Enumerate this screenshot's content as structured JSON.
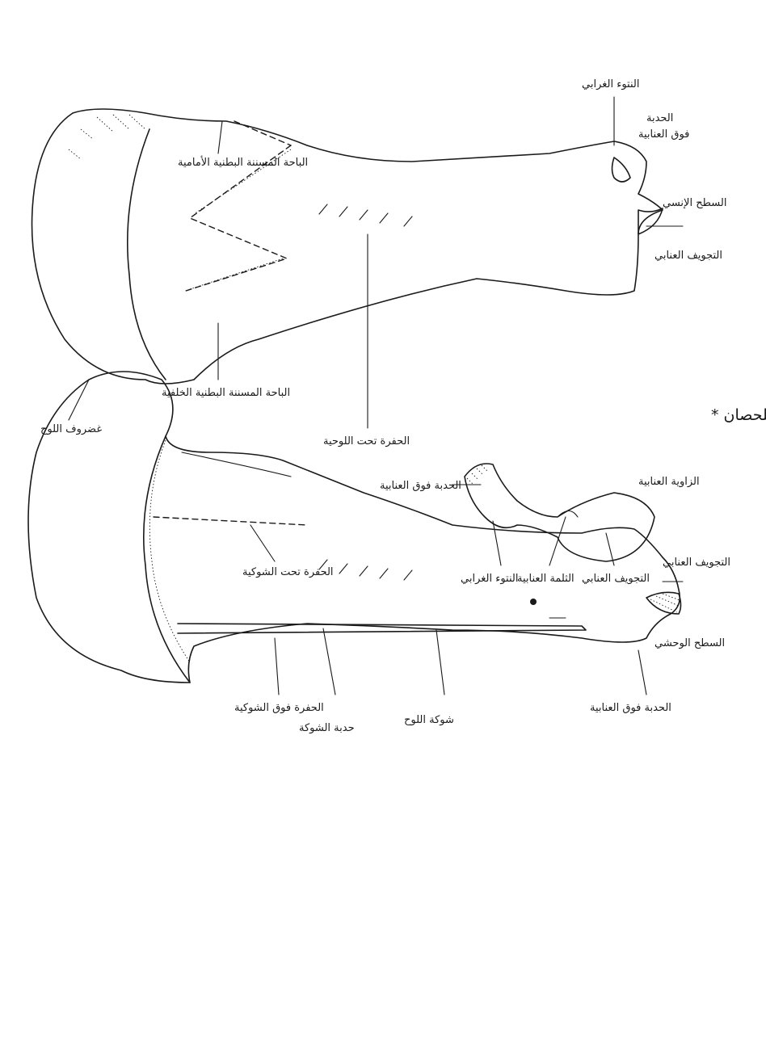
{
  "figure": {
    "title": "* عظم اللوح للحصان *"
  },
  "labels": {
    "cartilage": "غضروف اللوح",
    "infraspinous_fossa": "الحفرة تحت الشوكية",
    "supraspinous_fossa": "الحفرة فوق الشوكية",
    "tuber_spine": "حدبة الشوكة",
    "scapular_spine": "شوكة اللوح",
    "supraglenoid_tubercle_left": "الحدبة فوق العنابية",
    "glenoid_cavity_left": "التجويف العنابي",
    "lateral_surface": "السطح الوحشي",
    "anterior_serrated_face": "الباحة المسننة البطنية الأمامية",
    "posterior_serrated_face": "الباحة المسننة البطنية الخلفية",
    "subscapular_fossa": "الحفرة تحت اللوحية",
    "coracoid_process_right": "النتوء الغرابي",
    "tubercle_right": "الحدبة",
    "supraglenoid_right": "فوق العنابية",
    "medial_surface": "السطح الإنسي",
    "glenoid_cavity_right": "التجويف العنابي",
    "glenoid_angle": "الزاوية العنابية",
    "supraglenoid_tubercle_small": "الحدبة فوق العنابية",
    "coracoid_process_small": "النتوء الغرابي",
    "glenoid_notch": "الثلمة العنابية",
    "glenoid_cavity_small": "التجويف العنابي"
  }
}
